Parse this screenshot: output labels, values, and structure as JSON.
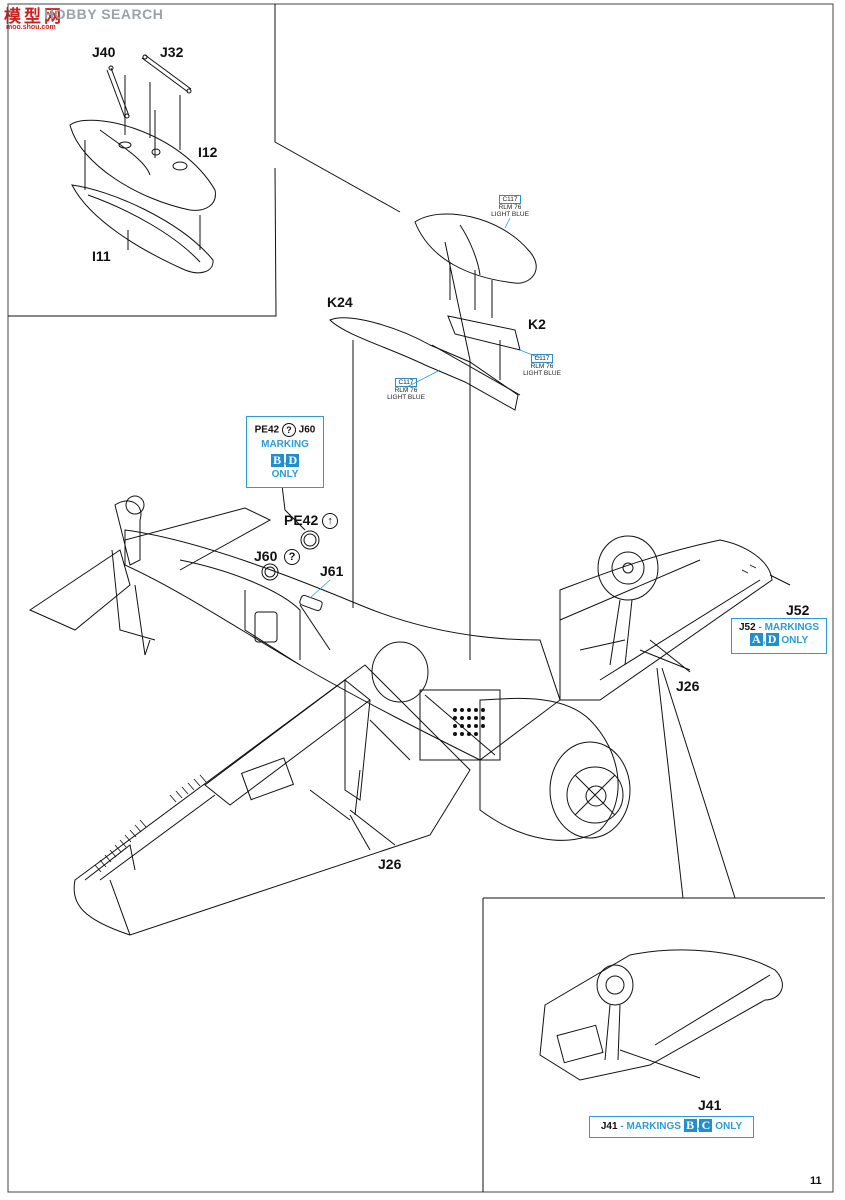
{
  "header": {
    "logo_cn": "模",
    "logo_cn2": "型",
    "logo_cn3": "网",
    "logo_text": "HOBBY SEARCH",
    "logo_url": "moo.shou.com",
    "logo_color": "#cc1f1f"
  },
  "parts": {
    "j40": "J40",
    "j32": "J32",
    "i12": "I12",
    "i11": "I11",
    "k24": "K24",
    "k2": "K2",
    "pe42": "PE42",
    "j60": "J60",
    "j61": "J61",
    "j52": "J52",
    "j26_right": "J26",
    "j26_left": "J26",
    "j41": "J41"
  },
  "color_callouts": [
    {
      "code": "C117",
      "line1": "RLM 76",
      "line2": "LIGHT BLUE"
    },
    {
      "code": "C117",
      "line1": "RLM 76",
      "line2": "LIGHT BLUE"
    },
    {
      "code": "C117",
      "line1": "RLM 76",
      "line2": "LIGHT BLUE"
    }
  ],
  "marking_box_pe42": {
    "pe42": "PE42",
    "j60": "J60",
    "marking": "MARKING",
    "m1": "B",
    "sep": ",",
    "m2": "D",
    "only": "ONLY"
  },
  "pe42_optional_icon": "?",
  "pe42_symbol_icon": "↑",
  "j60_optional_icon": "?",
  "marking_box_j52": {
    "part": "J52",
    "dash": "-",
    "markings": "MARKINGS",
    "m1": "A",
    "sep": ",",
    "m2": "D",
    "only": "ONLY"
  },
  "marking_box_j41": {
    "part": "J41",
    "dash": "-",
    "markings": "MARKINGS",
    "m1": "B",
    "sep": ",",
    "m2": "C",
    "only": "ONLY"
  },
  "page_number": "11",
  "colors": {
    "marking_blue": "#1f8fcf",
    "callout_cyan": "#2a9cd6",
    "line": "#111111"
  }
}
